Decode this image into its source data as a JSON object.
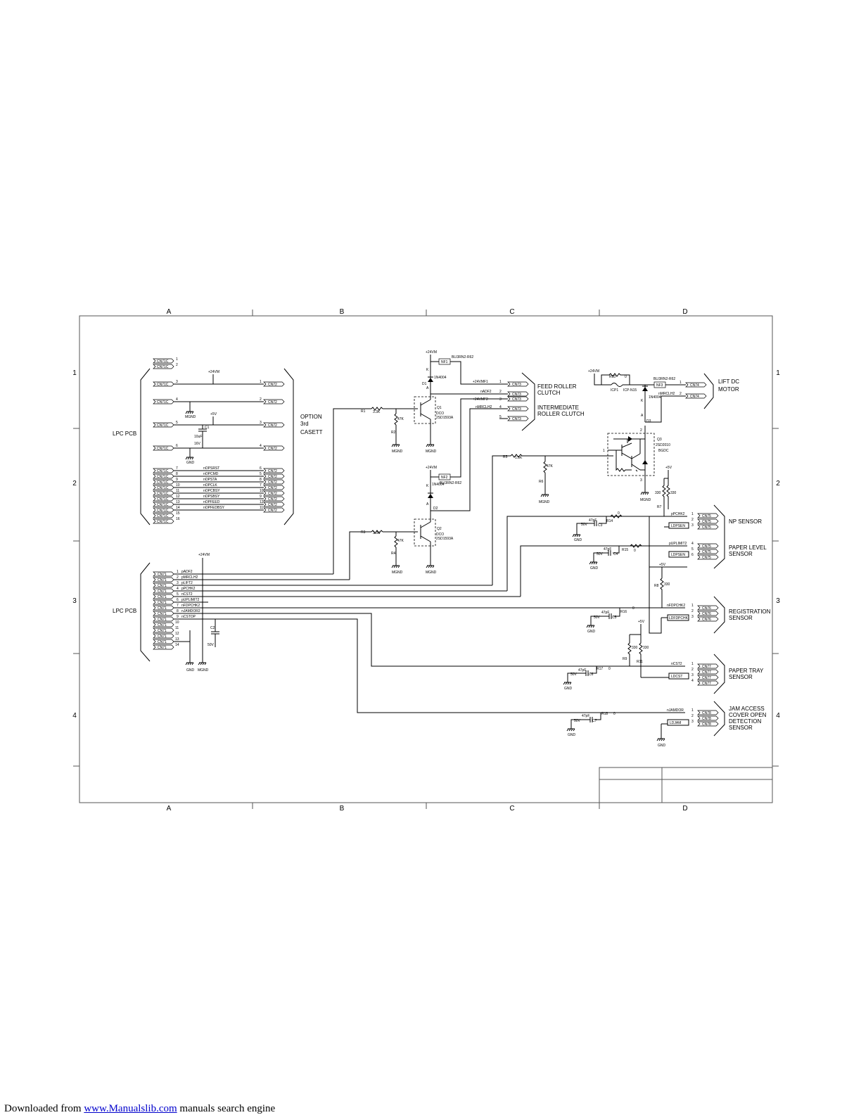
{
  "grid": {
    "columns": [
      "A",
      "B",
      "C",
      "D"
    ],
    "rows": [
      "1",
      "2",
      "3",
      "4"
    ]
  },
  "blocks": {
    "lpc_pcb_top": "LPC PCB",
    "lpc_pcb_bottom": "LPC PCB",
    "option_line1": "OPTION",
    "option_line2": "3rd",
    "option_line3": "CASETT",
    "feed_roller_1": "FEED ROLLER",
    "feed_roller_2": "CLUTCH",
    "intermediate_1": "INTERMEDIATE",
    "intermediate_2": "ROLLER CLUTCH",
    "lift_motor_1": "LIFT DC",
    "lift_motor_2": "MOTOR",
    "np_sensor": "NP SENSOR",
    "paper_level_1": "PAPER LEVEL",
    "paper_level_2": "SENSOR",
    "registration_1": "REGISTRATION",
    "registration_2": "SENSOR",
    "paper_tray_1": "PAPER TRAY",
    "paper_tray_2": "SENSOR",
    "jam_1": "JAM ACCESS",
    "jam_2": "COVER OPEN",
    "jam_3": "DETECTION",
    "jam_4": "SENSOR"
  },
  "option_connector": {
    "left_label": "CN71C",
    "right_label": "CN72",
    "power_rows": [
      {
        "left_pin": "3",
        "right_pin": "1",
        "net": "+24VM"
      },
      {
        "left_pin": "4",
        "right_pin": "2",
        "net": "MGND"
      },
      {
        "left_pin": "5",
        "right_pin": "3",
        "net": "+5V"
      },
      {
        "left_pin": "6",
        "right_pin": "4",
        "net": "GND"
      }
    ],
    "signal_rows": [
      {
        "left_pin": "7",
        "net": "nOPSRST",
        "right_pin": "6"
      },
      {
        "left_pin": "8",
        "net": "nOPCMD",
        "right_pin": "5"
      },
      {
        "left_pin": "9",
        "net": "nOPSTA",
        "right_pin": "8"
      },
      {
        "left_pin": "10",
        "net": "nOPCLK",
        "right_pin": "7"
      },
      {
        "left_pin": "11",
        "net": "nOPCBSY",
        "right_pin": "10"
      },
      {
        "left_pin": "12",
        "net": "nOPSBSY",
        "right_pin": "9"
      },
      {
        "left_pin": "13",
        "net": "nOPFEED",
        "right_pin": "12"
      },
      {
        "left_pin": "14",
        "net": "nOPFEDBSY",
        "right_pin": "11"
      },
      {
        "left_pin": "15",
        "net": "",
        "right_pin": ""
      },
      {
        "left_pin": "16",
        "net": "",
        "right_pin": ""
      }
    ],
    "top_pins": [
      "1",
      "2"
    ],
    "cap_value": "10uF",
    "cap_voltage": "16V",
    "cap_ref": "C1"
  },
  "main_connector": {
    "label": "CN71",
    "supply": "+24VM",
    "rows": [
      {
        "pin": "1",
        "net": "pADF2"
      },
      {
        "pin": "2",
        "net": "pMRCLH2"
      },
      {
        "pin": "3",
        "net": "pLIFT2"
      },
      {
        "pin": "4",
        "net": "pPCHK2"
      },
      {
        "pin": "5",
        "net": "nCST2"
      },
      {
        "pin": "6",
        "net": "pUPLIMIT2"
      },
      {
        "pin": "7",
        "net": "nFDPCHK2"
      },
      {
        "pin": "8",
        "net": "nJAMDOR2"
      },
      {
        "pin": "9",
        "net": "nCSTOP"
      },
      {
        "pin": "10",
        "net": ""
      },
      {
        "pin": "11",
        "net": ""
      },
      {
        "pin": "12",
        "net": ""
      },
      {
        "pin": "13",
        "net": ""
      },
      {
        "pin": "14",
        "net": ""
      }
    ],
    "cap_ref": "C2",
    "cap_voltage": "50V",
    "gnd": "GND",
    "mgnd": "MGND"
  },
  "clutch_driver": {
    "supply": "+24VM",
    "filter1": "NF1",
    "filter2": "NF2",
    "filter_part": "BLI3RN2-R62",
    "diode1": "D1",
    "diode2": "D2",
    "diode_part": "1N4004",
    "k": "K",
    "a": "A",
    "q1": "Q1",
    "q2": "Q2",
    "q_part": "2SD1593A",
    "q_code": "DCO",
    "r1": "R1",
    "r3": "R3",
    "r_base": "3.3K",
    "r2": "R2",
    "r4": "R4",
    "r_pd": "47K",
    "mgnd": "MGND",
    "connector": "CN73",
    "rows": [
      {
        "net": "+24VMF1",
        "pin": "1"
      },
      {
        "net": "nADF2",
        "pin": "2"
      },
      {
        "net": "+24VMF2",
        "pin": "3"
      },
      {
        "net": "nMRCLH2",
        "pin": "4"
      },
      {
        "net": "",
        "pin": "5"
      }
    ]
  },
  "lift_driver": {
    "supply": "+24VM",
    "r_fuse": "R10",
    "fuse_ref": "ICP1",
    "fuse_part": "ICP-N15",
    "filter": "NF3",
    "filter_part": "BLI3RN2-R62",
    "net": "nMRCLH2",
    "connector": "CN74",
    "pins": [
      "1",
      "2"
    ],
    "diode": "D3",
    "diode_part": "1N4004",
    "q3": "Q3",
    "q3_part": "2SD2010",
    "q3_code": "BGDC",
    "r5": "R5",
    "r5_val": "1.5K",
    "r6": "R6",
    "r6_val": "47K",
    "mgnd": "MGND",
    "pin_labels": [
      "1",
      "2",
      "3"
    ]
  },
  "sensors": {
    "vcc": "+5V",
    "gnd": "GND",
    "cap_value": "47pF",
    "cap_voltage": "50V",
    "r_series": "0",
    "r_pullup": "330",
    "connector_np": "CN75",
    "connector_reg": "CN76",
    "connector_tray": "CN77",
    "connector_jam": "CN78",
    "np": {
      "r": "R14",
      "c": "C3",
      "rpu": "R7",
      "rows": [
        {
          "net": "pPCHK2",
          "pin": "1"
        },
        {
          "net": "",
          "pin": "2"
        },
        {
          "net": "LDPSEN",
          "pin": "3"
        }
      ]
    },
    "level": {
      "r": "R15",
      "c": "C4",
      "rows": [
        {
          "net": "pUPLIMIT2",
          "pin": "4"
        },
        {
          "net": "",
          "pin": "5"
        },
        {
          "net": "LDPSEN",
          "pin": "6"
        }
      ]
    },
    "reg": {
      "r": "R16",
      "c": "C5",
      "rpu": "R8",
      "rows": [
        {
          "net": "nFDPCHK2",
          "pin": "1"
        },
        {
          "net": "",
          "pin": "2"
        },
        {
          "net": "LDFDPCHK",
          "pin": "3"
        }
      ]
    },
    "tray": {
      "r": "R17",
      "c": "C6",
      "rpu1": "R9",
      "rpu2": "R11",
      "rows": [
        {
          "net": "nCST2",
          "pin": "1"
        },
        {
          "net": "",
          "pin": "2"
        },
        {
          "net": "LDCST",
          "pin": "3"
        },
        {
          "net": "",
          "pin": "4"
        }
      ]
    },
    "jam": {
      "r": "R18",
      "c": "C7",
      "rows": [
        {
          "net": "nJAMDOR",
          "pin": "1"
        },
        {
          "net": "",
          "pin": "2"
        },
        {
          "net": "LDJAM",
          "pin": "3"
        }
      ]
    }
  },
  "footer": {
    "prefix": "Downloaded from ",
    "link": "www.Manualslib.com",
    "suffix": " manuals search engine"
  }
}
